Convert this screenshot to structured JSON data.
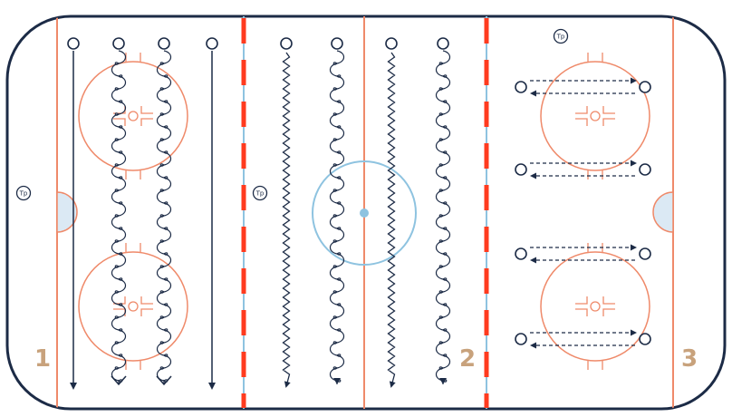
{
  "colors": {
    "boards": "#1c2b46",
    "goal_line": "#ef8a6a",
    "faceoff": "#ef8a6a",
    "blue_line_dash": "#ff3b1f",
    "blue_line_thin": "#8ec3e0",
    "center_circle": "#8ec3e0",
    "crease_fill": "#dbe9f4",
    "player": "#1c2b46",
    "zone_number": "#c8a27c"
  },
  "zones": [
    {
      "label": "1"
    },
    {
      "label": "2"
    },
    {
      "label": "3"
    }
  ],
  "tp_markers": [
    {
      "label": "Tp"
    },
    {
      "label": "Tp"
    },
    {
      "label": "Tp"
    }
  ],
  "legend_icons": {
    "player": "circle-icon",
    "skate": "straight-arrow",
    "skate_backward": "loop-arrow",
    "skate_with_puck": "zigzag-arrow",
    "pass": "dashed-arrow"
  }
}
